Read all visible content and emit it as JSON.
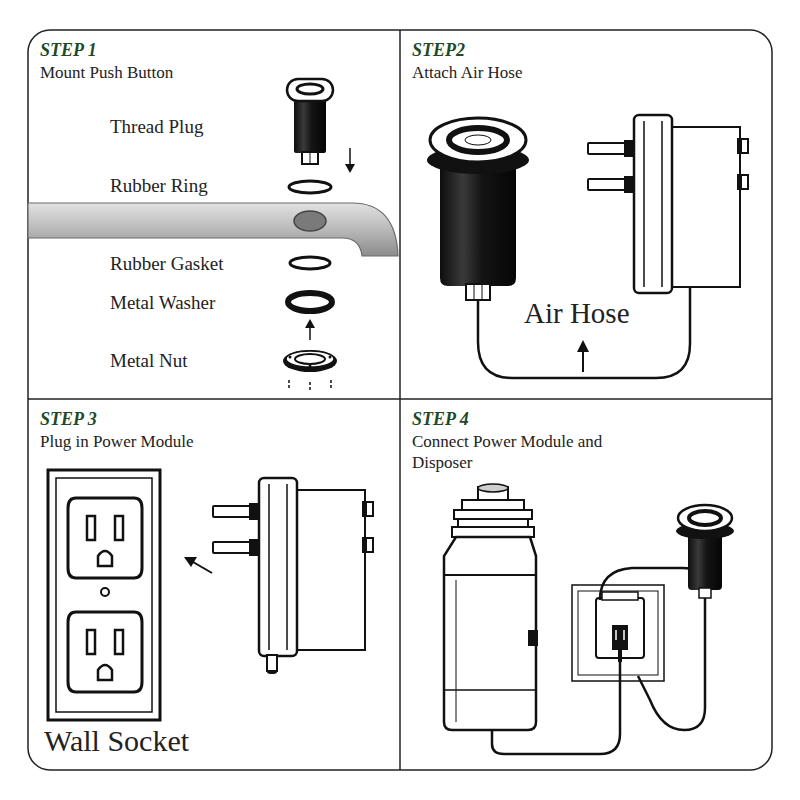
{
  "diagram": {
    "nodes": [
      {
        "text": [
          "STEP 1",
          "Mount Push Button"
        ]
      },
      {
        "text": [
          "STEP2",
          "Attach Air Hose"
        ]
      },
      {
        "text": [
          "STEP 3",
          "Plug in Power Module"
        ]
      },
      {
        "text": [
          "STEP 4",
          "Connect Power Module and Disposer"
        ]
      }
    ],
    "labels": [
      "Thread Plug",
      "Rubber Ring",
      "Rubber Gasket",
      "Metal Washer",
      "Metal Nut",
      "Air Hose",
      "Wall Socket"
    ]
  }
}
